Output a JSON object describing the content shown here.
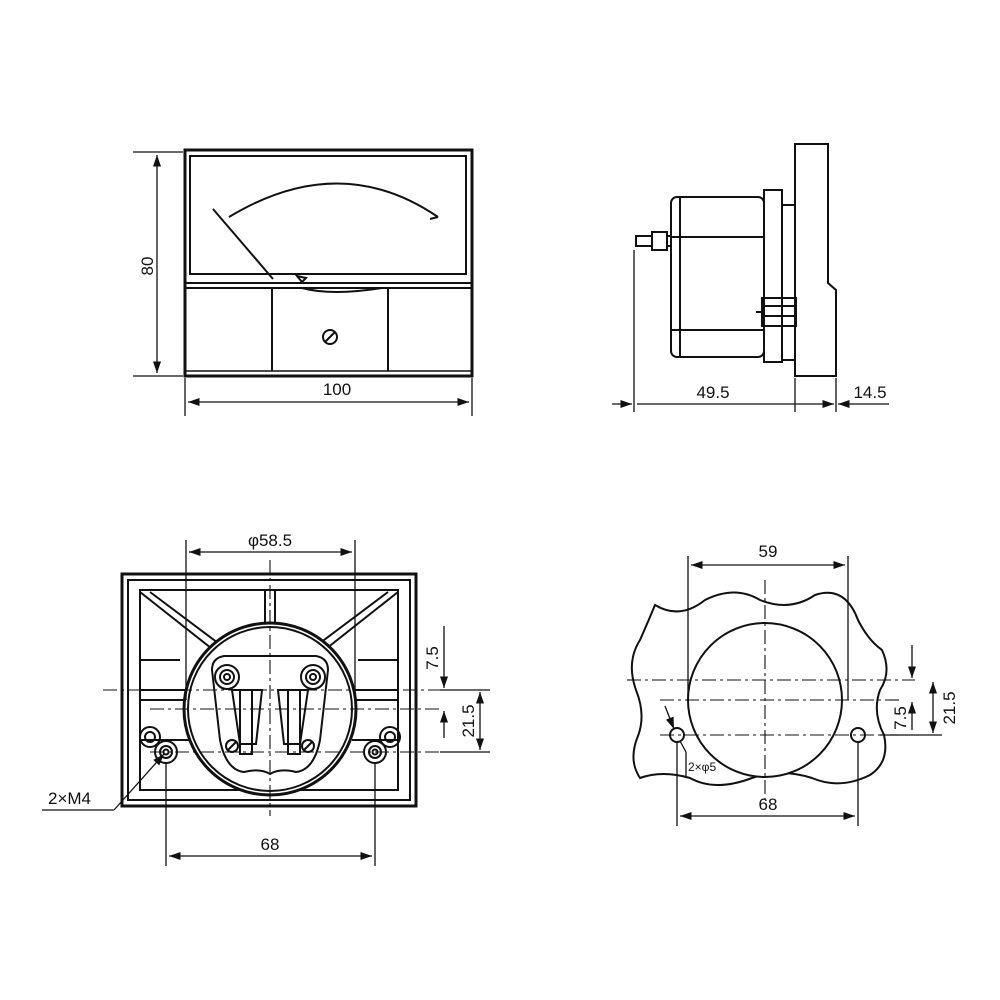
{
  "front_view": {
    "height_label": "80",
    "width_label": "100"
  },
  "side_view": {
    "depth_label": "49.5",
    "flange_label": "14.5"
  },
  "rear_view": {
    "hole_circle_label": "φ58.5",
    "screw_spacing_label": "68",
    "top_offset_label": "7.5",
    "screw_offset_label": "21.5",
    "mount_screw_label": "2×M4"
  },
  "panel_cutout": {
    "cutout_width_label": "59",
    "hole_spacing_label": "68",
    "top_offset_label": "7.5",
    "hole_offset_label": "21.5",
    "hole_label": "2×φ5"
  }
}
